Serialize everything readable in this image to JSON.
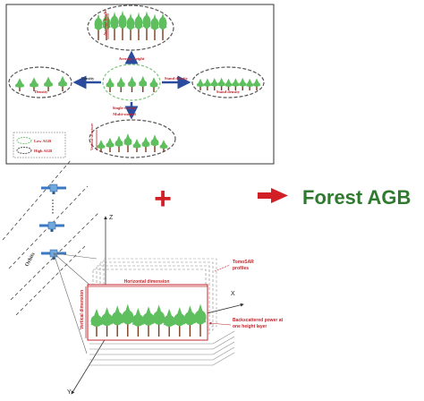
{
  "top_panel": {
    "center_labels": {
      "left": "Density",
      "right": "Stand density"
    },
    "top_labels": {
      "axis": "Average height",
      "below": "Average height"
    },
    "left_labels": {
      "bottom": "Density"
    },
    "right_labels": {
      "bottom": "Stand density"
    },
    "bottom_labels": {
      "upper": "Single-storied",
      "lower": "Multi-storied",
      "side": "Vertical structure"
    },
    "legend": {
      "low": "Low AGB",
      "high": "High AGB"
    }
  },
  "operators": {
    "plus": "+",
    "arrow": "→"
  },
  "result_title": "Forest AGB",
  "sar": {
    "orbits_label": "Orbits",
    "axes": {
      "z": "Z",
      "x": "X",
      "y": "Y"
    },
    "horizontal_label": "Horizontal dimension",
    "vertical_label": "Vertical dimension",
    "tomosar_label": "TomoSAR profiles",
    "backscatter_label": "Backscattered power at one height layer"
  },
  "colors": {
    "accent_red": "#c0262c",
    "tree_green": "#5fbf5f",
    "trunk_brown": "#7a3b1f",
    "arrow_blue": "#2b4c9e",
    "title_green": "#2f7a2f"
  }
}
